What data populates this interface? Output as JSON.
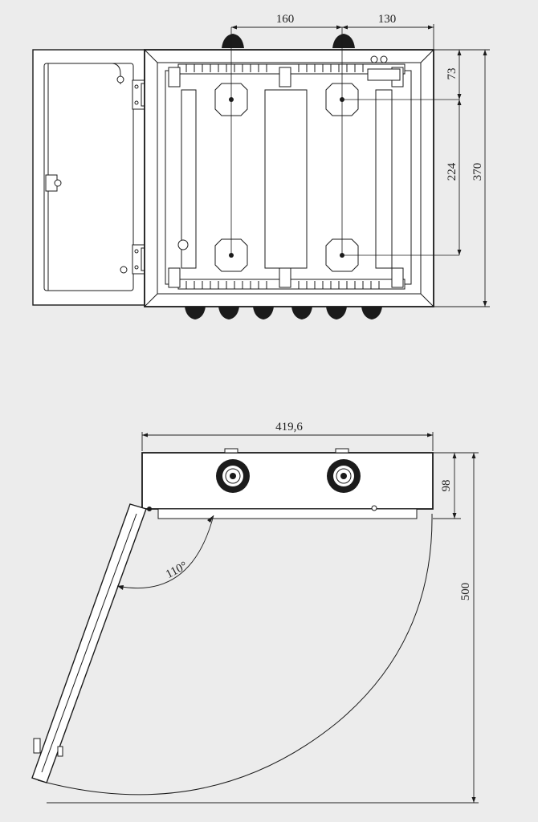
{
  "drawing": {
    "front_view": {
      "dims": {
        "top_left": "160",
        "top_right": "130",
        "right_a": "73",
        "right_b": "224",
        "right_c": "370"
      }
    },
    "top_view": {
      "dims": {
        "width": "419,6",
        "depth": "98",
        "overall": "500",
        "angle": "110°"
      }
    }
  }
}
